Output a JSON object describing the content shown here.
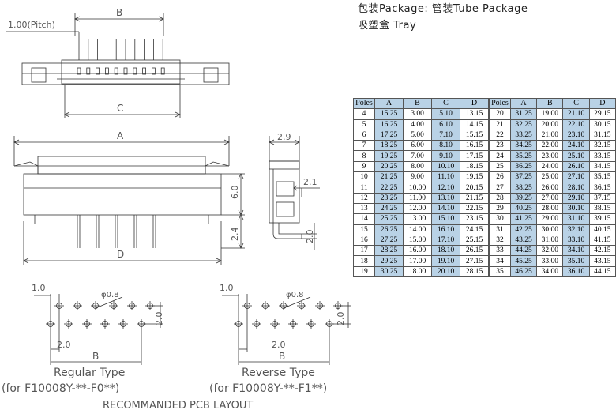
{
  "package": {
    "line1": "包装Package: 管装Tube Package",
    "line2": "吸塑盒 Tray"
  },
  "dims": {
    "pitch": "1.00(Pitch)",
    "b": "B",
    "c": "C",
    "a": "A",
    "d": "D",
    "h_6_0": "6.0",
    "h_2_4": "2.4",
    "w_2_9": "2.9",
    "w_2_1": "2.1",
    "h_2_0": "2.0"
  },
  "pcb": {
    "left": {
      "pitch": "1.0",
      "hole": "φ0.8",
      "row_gap": "2.0",
      "offset": "2.0",
      "span": "B",
      "type": "Regular Type",
      "part": "(for F10008Y-**-F0**)"
    },
    "right": {
      "pitch": "1.0",
      "hole": "φ0.8",
      "row_gap": "2.0",
      "offset": "2.0",
      "span": "B",
      "type": "Reverse Type",
      "part": "(for F10008Y-**-F1**)"
    },
    "caption": "RECOMMANDED PCB LAYOUT"
  },
  "table": {
    "headers": [
      "Poles",
      "A",
      "B",
      "C",
      "D"
    ],
    "left_rows": [
      [
        "4",
        "15.25",
        "3.00",
        "5.10",
        "13.15"
      ],
      [
        "5",
        "16.25",
        "4.00",
        "6.10",
        "14.15"
      ],
      [
        "6",
        "17.25",
        "5.00",
        "7.10",
        "15.15"
      ],
      [
        "7",
        "18.25",
        "6.00",
        "8.10",
        "16.15"
      ],
      [
        "8",
        "19.25",
        "7.00",
        "9.10",
        "17.15"
      ],
      [
        "9",
        "20.25",
        "8.00",
        "10.10",
        "18.15"
      ],
      [
        "10",
        "21.25",
        "9.00",
        "11.10",
        "19.15"
      ],
      [
        "11",
        "22.25",
        "10.00",
        "12.10",
        "20.15"
      ],
      [
        "12",
        "23.25",
        "11.00",
        "13.10",
        "21.15"
      ],
      [
        "13",
        "24.25",
        "12.00",
        "14.10",
        "22.15"
      ],
      [
        "14",
        "25.25",
        "13.00",
        "15.10",
        "23.15"
      ],
      [
        "15",
        "26.25",
        "14.00",
        "16.10",
        "24.15"
      ],
      [
        "16",
        "27.25",
        "15.00",
        "17.10",
        "25.15"
      ],
      [
        "17",
        "28.25",
        "16.00",
        "18.10",
        "26.15"
      ],
      [
        "18",
        "29.25",
        "17.00",
        "19.10",
        "27.15"
      ],
      [
        "19",
        "30.25",
        "18.00",
        "20.10",
        "28.15"
      ]
    ],
    "right_rows": [
      [
        "20",
        "31.25",
        "19.00",
        "21.10",
        "29.15"
      ],
      [
        "21",
        "32.25",
        "20.00",
        "22.10",
        "30.15"
      ],
      [
        "22",
        "33.25",
        "21.00",
        "23.10",
        "31.15"
      ],
      [
        "23",
        "34.25",
        "22.00",
        "24.10",
        "32.15"
      ],
      [
        "24",
        "35.25",
        "23.00",
        "25.10",
        "33.15"
      ],
      [
        "25",
        "36.25",
        "24.00",
        "26.10",
        "34.15"
      ],
      [
        "26",
        "37.25",
        "25.00",
        "27.10",
        "35.15"
      ],
      [
        "27",
        "38.25",
        "26.00",
        "28.10",
        "36.15"
      ],
      [
        "28",
        "39.25",
        "27.00",
        "29.10",
        "37.15"
      ],
      [
        "29",
        "40.25",
        "28.00",
        "30.10",
        "38.15"
      ],
      [
        "30",
        "41.25",
        "29.00",
        "31.10",
        "39.15"
      ],
      [
        "31",
        "42.25",
        "30.00",
        "32.10",
        "40.15"
      ],
      [
        "32",
        "43.25",
        "31.00",
        "33.10",
        "41.15"
      ],
      [
        "33",
        "44.25",
        "32.00",
        "34.10",
        "42.15"
      ],
      [
        "34",
        "45.25",
        "33.00",
        "35.10",
        "43.15"
      ],
      [
        "35",
        "46.25",
        "34.00",
        "36.10",
        "44.15"
      ]
    ]
  },
  "colors": {
    "header_fill": "#b9d2e6",
    "line": "#333333",
    "dim_text": "#555555"
  }
}
